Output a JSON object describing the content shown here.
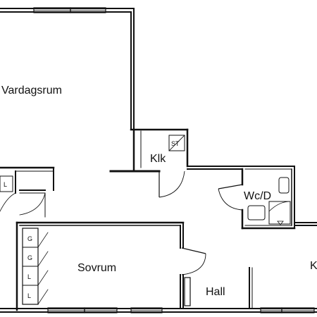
{
  "rooms": {
    "living": "Vardagsrum",
    "closet": "Klk",
    "bathroom": "Wc/D",
    "bedroom": "Sovrum",
    "hall": "Hall",
    "kitchen_partial": "K"
  },
  "markers": {
    "closet_st": "ST",
    "left_l": "L",
    "wardrobes": [
      "G",
      "G",
      "L",
      "L"
    ]
  },
  "colors": {
    "wall": "#111111",
    "background": "#ffffff"
  }
}
